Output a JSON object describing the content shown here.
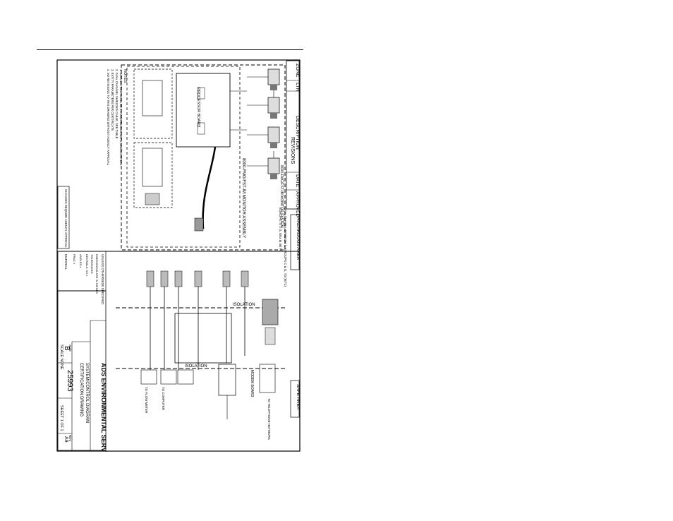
{
  "sheet": {
    "zone_header": [
      "ZONE",
      "LTR",
      "DESCRIPTION",
      "DATE",
      "APPROVED"
    ],
    "revisions_title": "REVISIONS",
    "hazardous_area": "HAZARDOUS AREA",
    "hazardous_class": "USA: CLASS I, DIVISION 1, GROUPS C & D, T3 (60°C)",
    "hazardous_zone": "EUROPE: II, 2 G, EEx ia IIB T4",
    "safe_area": "SAFE AREA",
    "isolation_label": "ISOLATION",
    "monitor_assembly": "8000-FMG/FST-IM MONITOR ASSEMBLY",
    "monitor_system": "8000-FMG/FST-IM MONITOR SYSTEM",
    "processor_board": "PROCESSOR BOARD",
    "modem_board": "MODEM BOARD",
    "to_flow_meter": "TO FLOW METER",
    "to_computer": "TO COMPUTER",
    "to_telephone": "TO TELEPHONE NETWORK",
    "notes_title": "NOTES:",
    "notes": [
      "1. INSTALLATION SHALL BE IN ACCORDANCE WITH ANSI/ISA RP12.6",
      "2. DUAL CHANNEL SHIELDED CABLE, SEE TABLE",
      "3. ENTITY PARAMETERS PER CERTIFICATE",
      "4. NO REVISIONS TO THIS DRAWING WITHOUT AGENCY APPROVAL"
    ],
    "agency_box": "CHANGES REQUIRE AGENCY APPROVAL",
    "tolerance_title": "UNLESS OTHERWISE SPECIFIED",
    "tolerance_lines": [
      "DIMENSIONS ARE IN INCHES",
      "TOLERANCES:",
      "DECIMALS .XX ±",
      "ANGLES ±",
      "FRAC ±"
    ],
    "material_label": "MATERIAL",
    "company": "ADS ENVIRONMENTAL SERVICES",
    "drawing_title": "SYSTEM/CONTROL DIAGRAM",
    "drawing_subtitle": "CERTIFICATION DRAWING",
    "size_label": "SIZE",
    "size_value": "B",
    "dwg_no": "25993",
    "rev_label": "REV",
    "rev_value": "A9",
    "scale_label": "SCALE NONE",
    "sheet_label": "SHEET 1 OF 1"
  }
}
